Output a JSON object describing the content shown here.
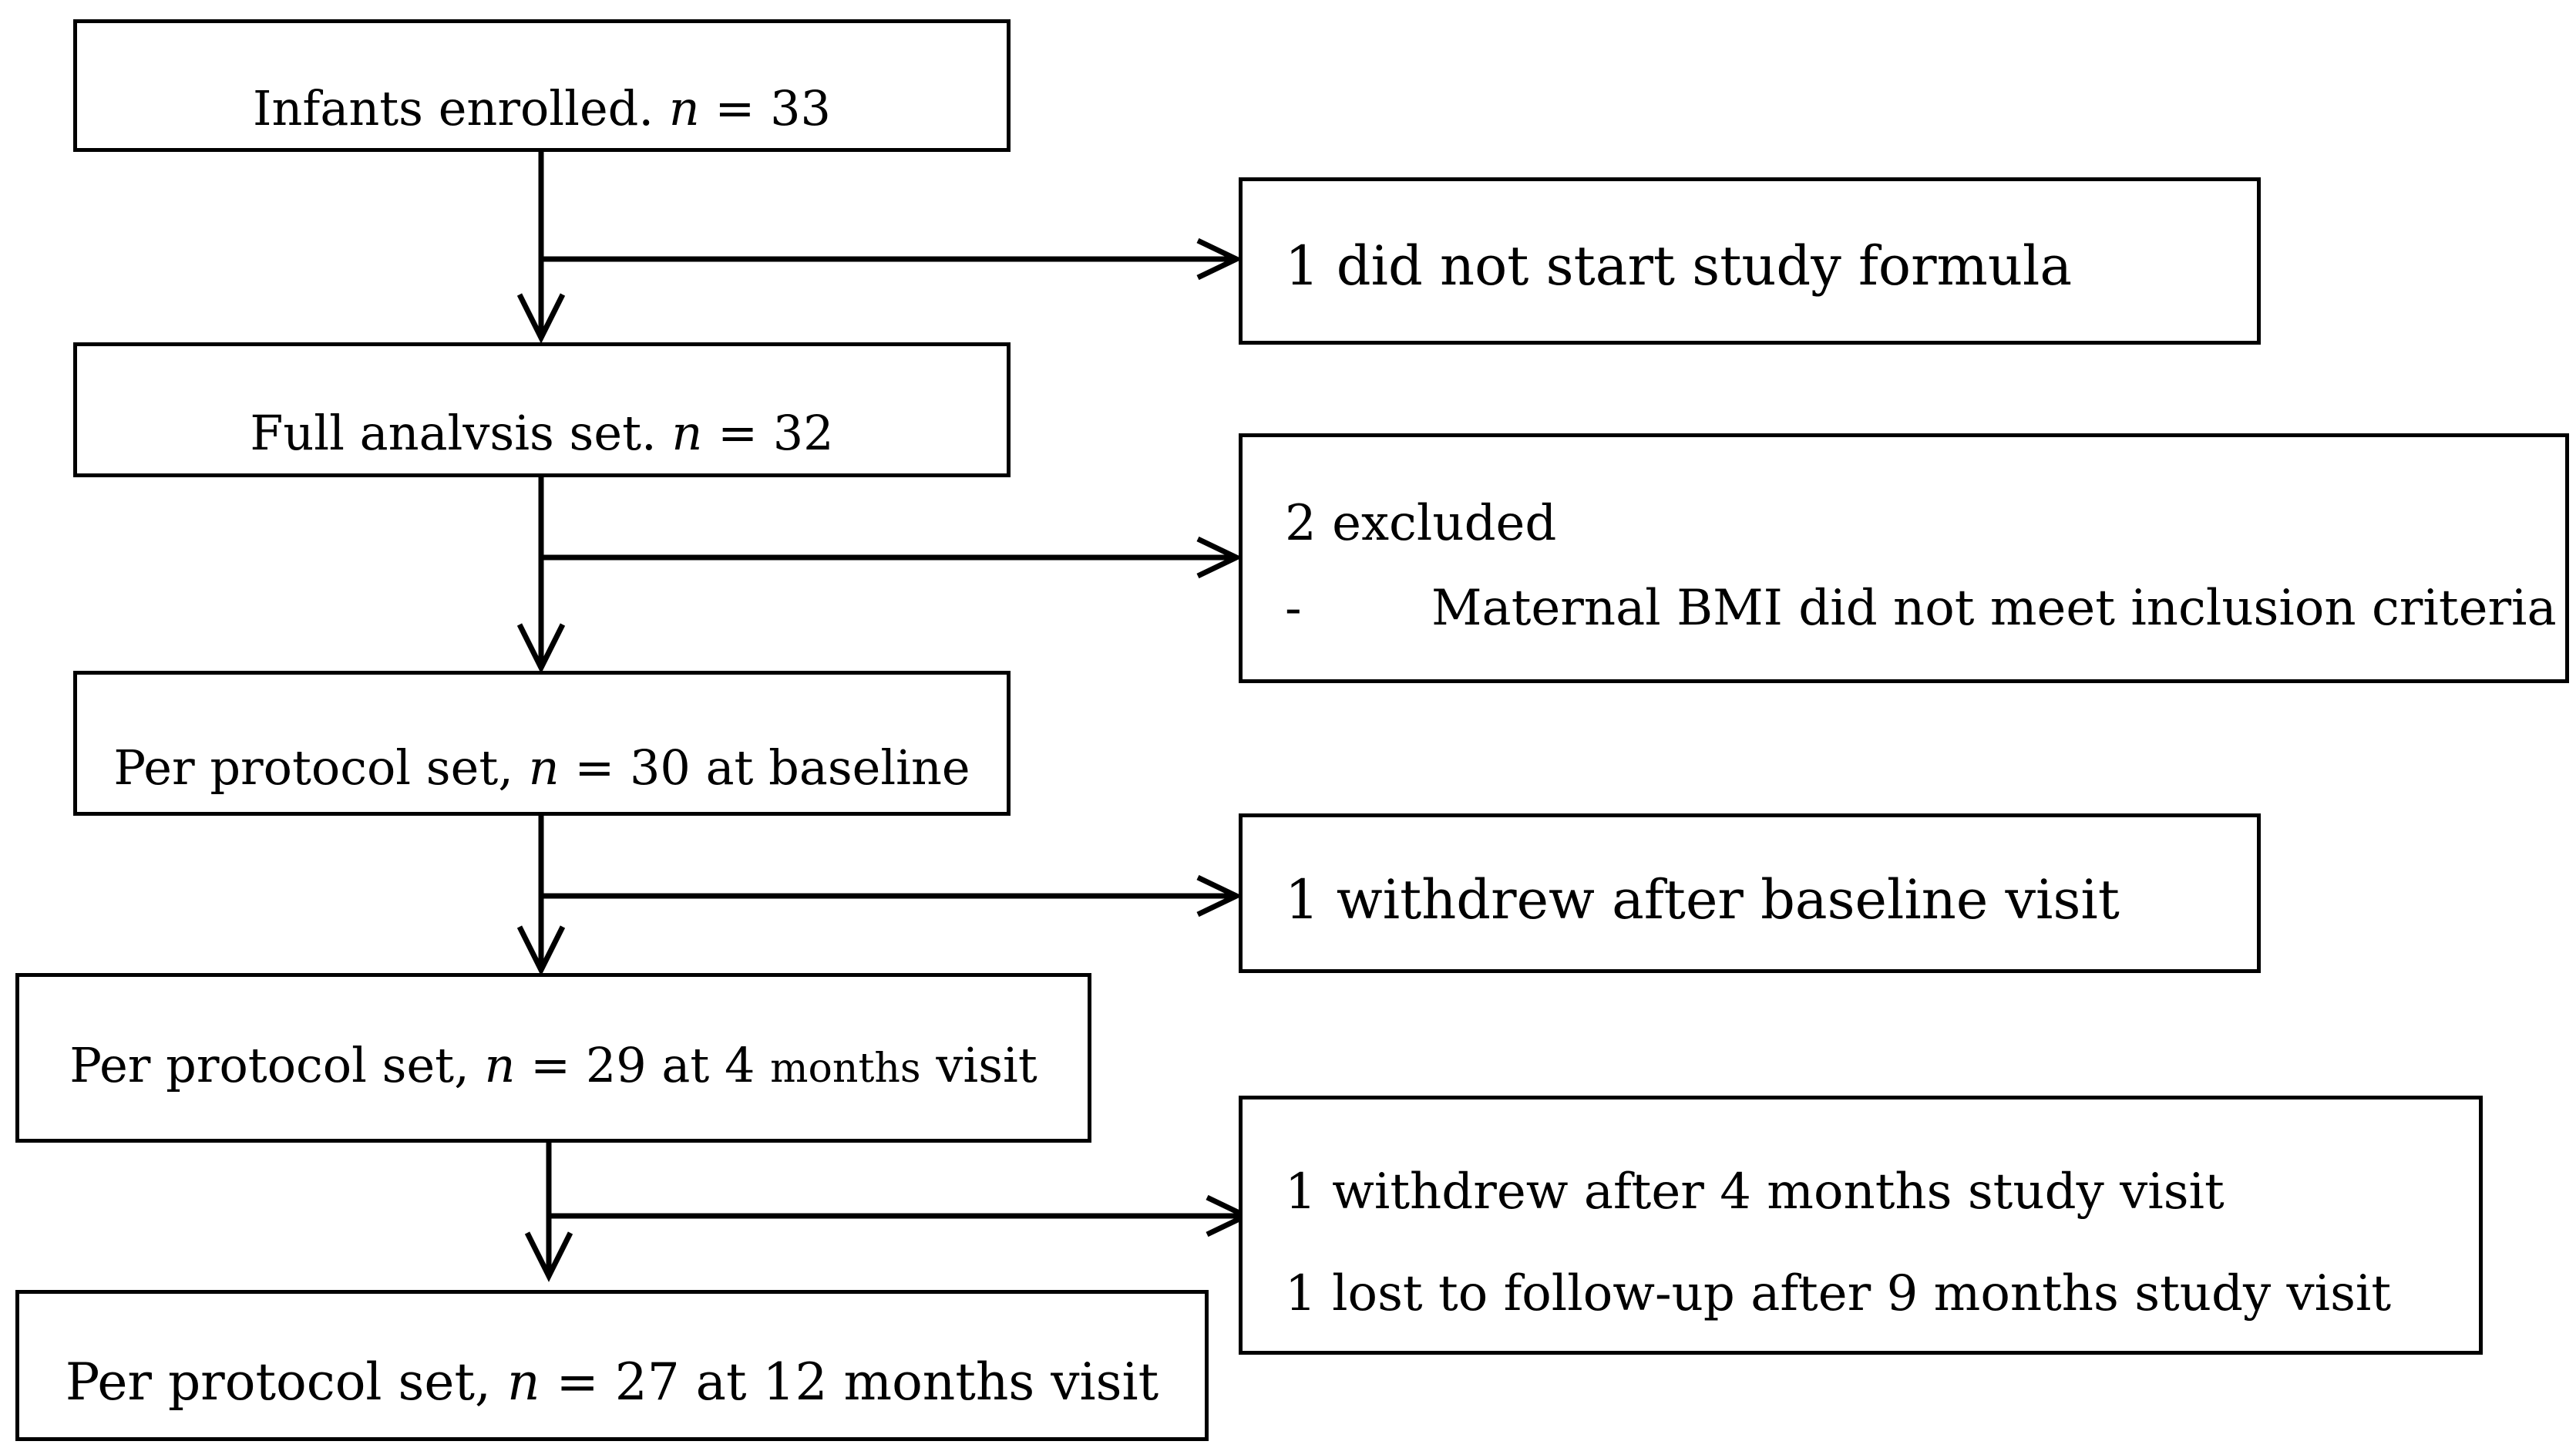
{
  "flowchart": {
    "box1": {
      "prefix": "Infants enrolled.",
      "n_symbol": "n",
      "suffix": "= 33"
    },
    "box2": {
      "prefix": "Full analvsis set.",
      "n_symbol": "n",
      "suffix": "= 32"
    },
    "box3": {
      "prefix": "Per protocol set,",
      "n_symbol": "n",
      "suffix": "= 30 at baseline"
    },
    "box4": {
      "prefix": "Per protocol set,",
      "n_symbol": "n",
      "middle": "= 29 at 4",
      "unit": "months",
      "suffix": "visit"
    },
    "box5": {
      "prefix": "Per protocol set,",
      "n_symbol": "n",
      "suffix": "= 27 at 12 months visit"
    },
    "exclusions": {
      "ex1": "1 did not start study formula",
      "ex2": {
        "title": "2 excluded",
        "bullet": "-",
        "reason": "Maternal BMI did not meet inclusion criteria"
      },
      "ex3": "1 withdrew after baseline visit",
      "ex4": {
        "line1": "1 withdrew after 4 months study visit",
        "line2": "1 lost to follow-up after 9 months study visit"
      }
    }
  }
}
